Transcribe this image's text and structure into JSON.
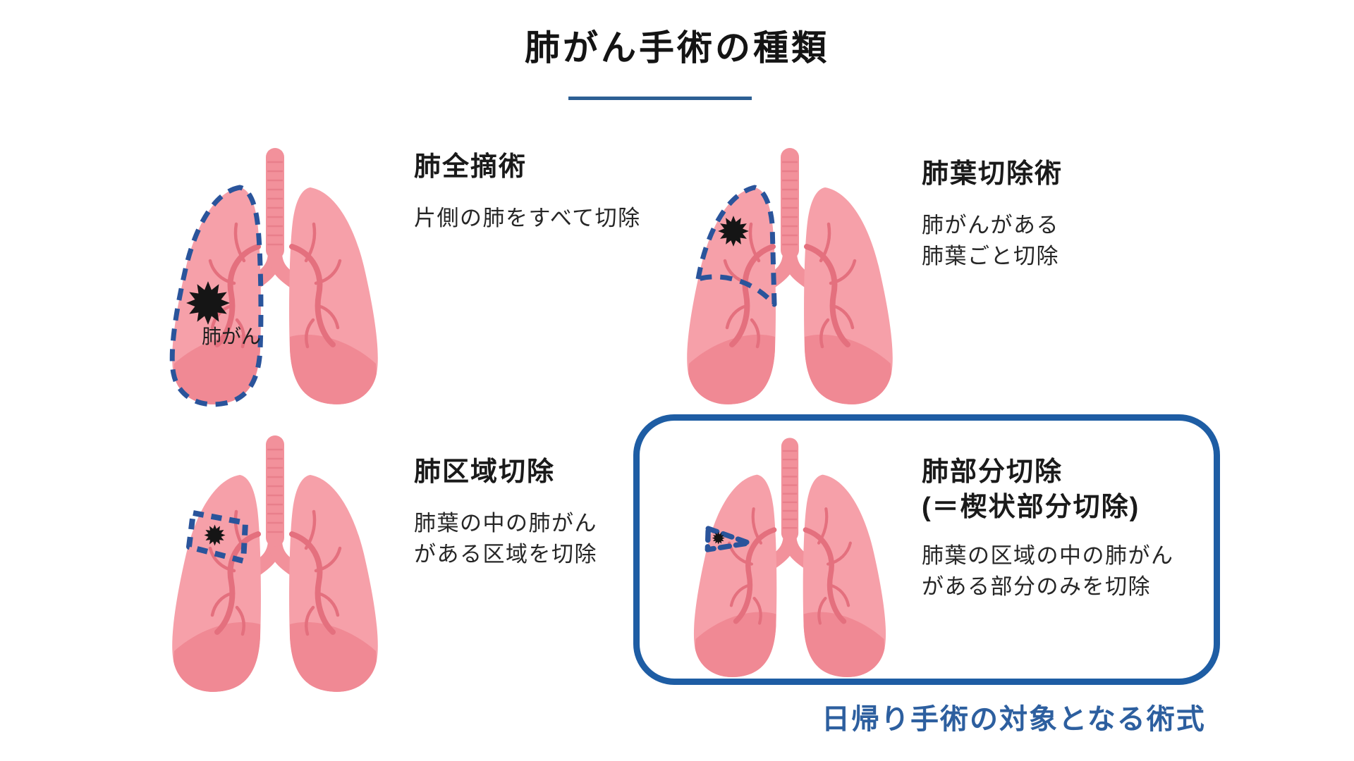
{
  "title": "肺がん手術の種類",
  "sections": [
    {
      "id": "pneumonectomy",
      "heading": "肺全摘術",
      "desc1": "片側の肺をすべて切除",
      "tumor_label": "肺がん"
    },
    {
      "id": "lobectomy",
      "heading": "肺葉切除術",
      "desc1": "肺がんがある",
      "desc2": "肺葉ごと切除"
    },
    {
      "id": "segmentectomy",
      "heading": "肺区域切除",
      "desc1": "肺葉の中の肺がん",
      "desc2": "がある区域を切除"
    },
    {
      "id": "wedge-resection",
      "heading": "肺部分切除",
      "subheading": "(＝楔状部分切除)",
      "desc1": "肺葉の区域の中の肺がん",
      "desc2": "がある部分のみを切除"
    }
  ],
  "highlight_caption": "日帰り手術の対象となる術式",
  "colors": {
    "accent_blue": "#2a549b",
    "box_blue": "#1e5da4",
    "caption_blue": "#2d5f9f",
    "underline_blue": "#2d5f94",
    "lung_pink": "#f6a0a9",
    "lung_shade_pink": "#f08994",
    "vessel_pink": "#e4707e",
    "trachea_pink": "#f2919b",
    "tumor_black": "#151515"
  }
}
